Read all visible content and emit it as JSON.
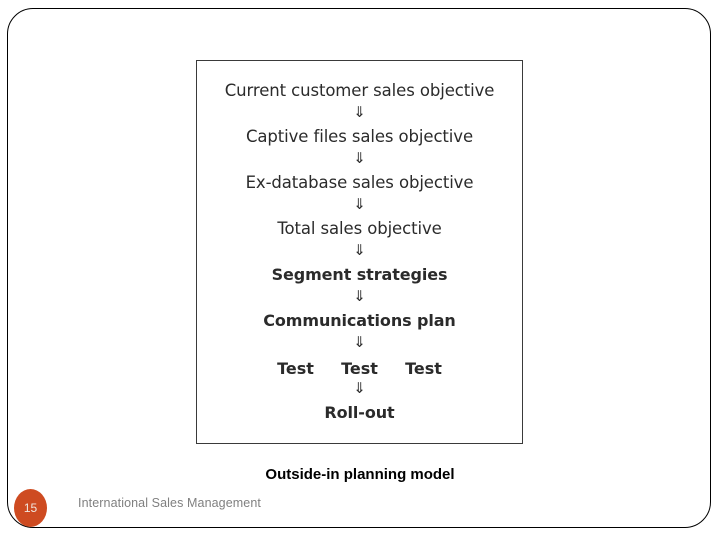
{
  "slide": {
    "page_number": "15",
    "footer_text": "International Sales Management",
    "caption": "Outside-in planning model",
    "accent_color": "#CE4B21",
    "badge_text_color": "#F0E6DE",
    "footer_text_color": "#808080",
    "diagram_border_color": "#3A3A3A",
    "frame_border_color": "#000000",
    "step_text_color": "#2B2B2B"
  },
  "diagram": {
    "arrow_glyph": "⇓",
    "arrow_icon_name": "double-down-arrow-icon",
    "steps": [
      {
        "label": "Current customer sales objective",
        "bold": false
      },
      {
        "label": "Captive files sales objective",
        "bold": false
      },
      {
        "label": "Ex-database sales objective",
        "bold": false
      },
      {
        "label": "Total sales objective",
        "bold": false
      },
      {
        "label": "Segment strategies",
        "bold": true
      },
      {
        "label": "Communications plan",
        "bold": true
      }
    ],
    "test_row": {
      "labels": [
        "Test",
        "Test",
        "Test"
      ]
    },
    "final_step": {
      "label": "Roll-out",
      "bold": true
    }
  }
}
